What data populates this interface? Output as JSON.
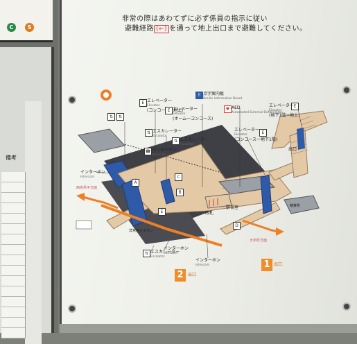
{
  "left_sign": {
    "pictograms": [
      "C",
      "S"
    ]
  },
  "left_table_label": "備考",
  "header": {
    "line1": "非常の際はあわてずに必ず係員の指示に従い",
    "line2_prefix": "避難経路",
    "line2_arrow": "(←)",
    "line2_suffix": "を通って地上出口まで避難してください。"
  },
  "map_labels": {
    "elevator_concourse_ground": {
      "jp": "エレベーター",
      "en": "Elevator",
      "sub": "(コンコース一地上)"
    },
    "elevator_home_concourse": {
      "jp": "エレベーター",
      "en": "Elevator",
      "sub": "(ホーム一コンコース)"
    },
    "info_board": {
      "jp": "点字案内板",
      "en": "Braille Information Board"
    },
    "aed": {
      "jp": "AED",
      "en": "Automated External Defibrillator"
    },
    "elevator_right": {
      "jp": "エレベーター",
      "en": "Elevator",
      "sub": "(地下1階一地上)"
    },
    "elevator_concourse_b1": {
      "jp": "エレベーター",
      "en": "Elevator",
      "sub": "(コンコース一地下1階)"
    },
    "escalator_1": {
      "jp": "エスカレーター",
      "en": "Escalator"
    },
    "escalator_2": {
      "jp": "エスカレーター",
      "en": "Escalator"
    },
    "escalator_3": {
      "jp": "エスカレーター",
      "en": "Escalator"
    },
    "interphone_1": {
      "jp": "インターホン",
      "en": "Intercom"
    },
    "interphone_2": {
      "jp": "インターホン",
      "en": "Intercom"
    },
    "interphone_3": {
      "jp": "インターホン",
      "en": "Intercom"
    },
    "interphone_4": {
      "jp": "インターホン",
      "en": "Intercom"
    },
    "station_office": "駅長室",
    "ticket_gate": "改札",
    "emergency_stop": "非常停止ボタン",
    "direction_left": "西高島平方面",
    "direction_right": "大手町方面",
    "fare_adjust": "精算所",
    "exit_right_block": "出口"
  },
  "exits": [
    {
      "number": "1",
      "label": "出口"
    },
    {
      "number": "2",
      "label": "出口"
    }
  ],
  "gate_letters": [
    "A",
    "B",
    "C",
    "D",
    "E"
  ],
  "colors": {
    "platform_dark": "#3e4046",
    "concourse_tan": "#e3c9a6",
    "route_orange": "#ef7f26",
    "stair_blue": "#2f5aa8",
    "exit_orange": "#ef8d2a"
  }
}
